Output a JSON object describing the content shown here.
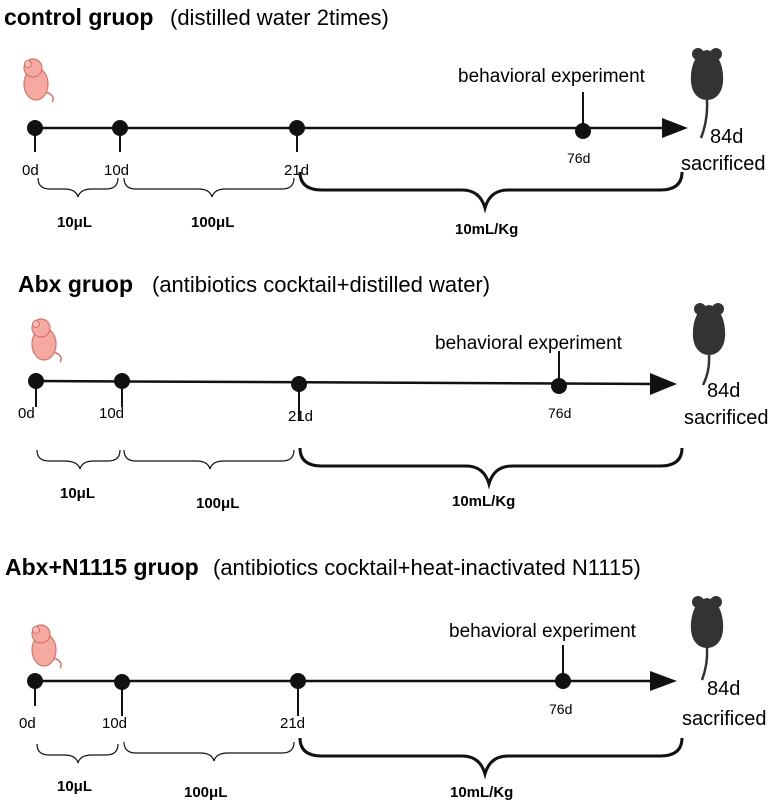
{
  "panels": [
    {
      "title": "control gruop",
      "subtitle": "(distilled water 2times)",
      "ticks": [
        "0d",
        "10d",
        "21d"
      ],
      "event_tick": "76d",
      "event_label": "behavioral experiment",
      "end_day": "84d",
      "end_label": "sacrificed",
      "doses": [
        "10μL",
        "100μL",
        "10mL/Kg"
      ]
    },
    {
      "title": "Abx gruop",
      "subtitle": "(antibiotics cocktail+distilled water)",
      "ticks": [
        "0d",
        "10d",
        "21d"
      ],
      "event_tick": "76d",
      "event_label": "behavioral experiment",
      "end_day": "84d",
      "end_label": "sacrificed",
      "doses": [
        "10μL",
        "100μL",
        "10mL/Kg"
      ]
    },
    {
      "title": "Abx+N1115 gruop",
      "subtitle": "(antibiotics cocktail+heat-inactivated N1115)",
      "ticks": [
        "0d",
        "10d",
        "21d"
      ],
      "event_tick": "76d",
      "event_label": "behavioral experiment",
      "end_day": "84d",
      "end_label": "sacrificed",
      "doses": [
        "10μL",
        "100μL",
        "10mL/Kg"
      ]
    }
  ],
  "icons": {
    "start": "newborn-pup-icon",
    "end": "adult-mouse-icon"
  },
  "colors": {
    "line": "#111111",
    "pup": "#f5a9a0",
    "pup_outline": "#d7726a",
    "mouse": "#333333"
  }
}
